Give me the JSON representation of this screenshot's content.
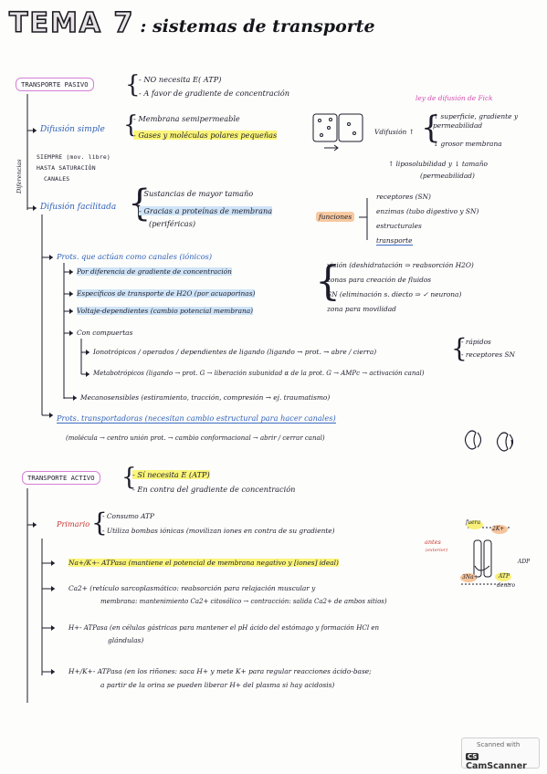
{
  "title": {
    "main": "TEMA 7",
    "sub": ": sistemas de transporte"
  },
  "pasivo": {
    "label": "TRANSPORTE PASIVO",
    "points": [
      "- NO necesita  E( ATP)",
      "- A favor de gradiente de concentración"
    ]
  },
  "difusion_simple": {
    "label": "Difusión simple",
    "points": [
      "- Membrana semipermeable",
      "- Gases y moléculas polares pequeñas"
    ],
    "side": [
      "SIEMPRE (mov. libre)",
      "HASTA SATURACIÓN",
      "CANALES"
    ],
    "side_label": "Diferencias",
    "fick_title": "ley de difusión de Fick",
    "fick_items": [
      "↑ superficie, gradiente y permeabilidad",
      "↓ grosor membrana"
    ],
    "vdif": "Vdifusión ↑",
    "fick_bottom": [
      "↑ liposolubilidad y ↓ tamaño",
      "(permeabilidad)"
    ]
  },
  "difusion_facilitada": {
    "label": "Difusión facilitada",
    "points": [
      "- Sustancias de mayor tamaño",
      "- Gracias a proteínas de membrana",
      "(periféricas)"
    ],
    "funciones_label": "funciones",
    "funciones": [
      "receptores (SN)",
      "enzimas (tubo digestivo y SN)",
      "estructurales",
      "transporte"
    ]
  },
  "canales": {
    "label": "Prots. que actúan como canales (iónicos)",
    "items": [
      "Por diferencia de gradiente de concentración",
      "Específicos de transporte de H2O (por acuaporinas)",
      "Voltaje-dependientes (cambio potencial membrana)",
      "Con compuertas"
    ],
    "acua_list": [
      "visión (deshidratación ⇒ reabsorción H2O)",
      "zonas para creación de fluidos",
      "SN (eliminación s. diecto ⇒ ✓ neurona)",
      "zona para movilidad"
    ],
    "compuertas": [
      "Ionotrópicos / operados / dependientes de ligando (ligando → prot. → abre / cierra)",
      "Metabotrópicos (ligando → prot. G → liberación subunidad α de la prot. G → AMPc → activación canal)"
    ],
    "iono_notes": [
      "- rápidos",
      "- receptores SN"
    ],
    "mecano": "Mecanosensibles (estiramiento, tracción, compresión → ej. traumatismo)"
  },
  "transportadoras": {
    "label": "Prots. transportadoras (necesitan cambio estructural para hacer canales)",
    "detail": "(molécula → centro unión prot. → cambio conformacional → abrir / cerrar canal)"
  },
  "activo": {
    "label": "TRANSPORTE ACTIVO",
    "points": [
      "- Sí necesita E (ATP)",
      "- En contra del gradiente de concentración"
    ],
    "primario_label": "Primario",
    "primario_points": [
      "- Consumo ATP",
      "- Utiliza bombas iónicas (movilizan iones en contra de su gradiente)"
    ],
    "bombas": [
      "Na+/K+- ATPasa (mantiene el potencial de membrana negativo y [iones] ideal)",
      "Ca2+ (retículo sarcoplasmático: reabsorción para relajación muscular y",
      "membrana: mantenimiento Ca2+ citosólico → contracción: salida Ca2+ de ambos sitios)",
      "H+- ATPasa (en células gástricas para mantener el pH ácido del estómago y formación HCl en",
      "glándulas)",
      "H+/K+- ATPasa (en los riñones: saca H+ y mete K+ para regular reacciones ácido-base;",
      "a partir de la orina se pueden liberar H+ del plasma si hay acidosis)"
    ],
    "diagram": {
      "antes": "antes",
      "ext": "(exterior)",
      "k": "2K+",
      "na": "3Na+",
      "atp": "ATP",
      "adp": "ADP",
      "dentro": "dentro",
      "fuera": "fuera"
    }
  },
  "watermark": {
    "line1": "Scanned with",
    "line2": "CamScanner",
    "badge": "CS"
  },
  "colors": {
    "accent_pink": "#d47fd4",
    "highlight_blue": "#cfe4f7",
    "highlight_yellow": "#fbf57a",
    "highlight_orange": "#f7c9a0",
    "ink_blue": "#2f61b8"
  }
}
